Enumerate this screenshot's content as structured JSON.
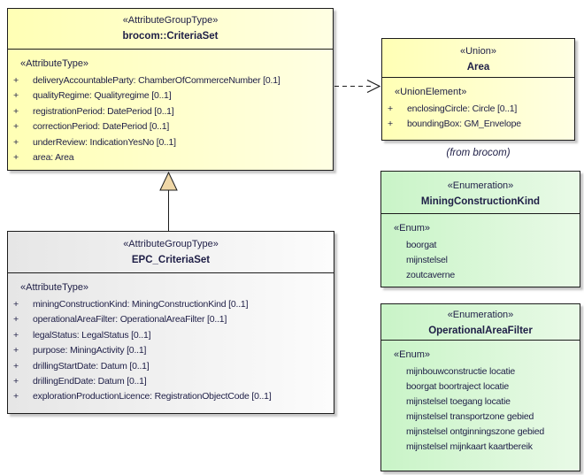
{
  "colors": {
    "yellow-start": "#ffffb5",
    "yellow-end": "#ffffe3",
    "green-start": "#c9f4c7",
    "green-end": "#e9fae7",
    "gray-start": "#e6e6e6",
    "gray-end": "#fcfcfc",
    "border": "#1c1c1c",
    "text": "#1e1e46",
    "triangle-fill": "#efd7a7"
  },
  "nodes": {
    "criteriaSet": {
      "stereotype": "«AttributeGroupType»",
      "name": "brocom::CriteriaSet",
      "section_stereotype": "«AttributeType»",
      "attributes": [
        {
          "vis": "+",
          "text": "deliveryAccountableParty: ChamberOfCommerceNumber [0.1]"
        },
        {
          "vis": "+",
          "text": "qualityRegime: Qualityregime [0..1]"
        },
        {
          "vis": "+",
          "text": "registrationPeriod: DatePeriod [0..1]"
        },
        {
          "vis": "+",
          "text": "correctionPeriod: DatePeriod [0..1]"
        },
        {
          "vis": "+",
          "text": "underReview: IndicationYesNo [0..1]"
        },
        {
          "vis": "+",
          "text": "area: Area"
        }
      ]
    },
    "area": {
      "stereotype": "«Union»",
      "name": "Area",
      "section_stereotype": "«UnionElement»",
      "attributes": [
        {
          "vis": "+",
          "text": "enclosingCircle: Circle [0..1]"
        },
        {
          "vis": "+",
          "text": "boundingBox: GM_Envelope"
        }
      ],
      "origin_note": "(from brocom)"
    },
    "miningConstructionKind": {
      "stereotype": "«Enumeration»",
      "name": "MiningConstructionKind",
      "section_stereotype": "«Enum»",
      "literals": [
        "boorgat",
        "mijnstelsel",
        "zoutcaverne"
      ]
    },
    "operationalAreaFilter": {
      "stereotype": "«Enumeration»",
      "name": "OperationalAreaFilter",
      "section_stereotype": "«Enum»",
      "literals": [
        "mijnbouwconstructie locatie",
        "boorgat boortraject locatie",
        "mijnstelsel toegang locatie",
        "mijnstelsel transportzone gebied",
        "mijnstelsel ontginningszone gebied",
        "mijnstelsel mijnkaart kaartbereik"
      ]
    },
    "epcCriteriaSet": {
      "stereotype": "«AttributeGroupType»",
      "name": "EPC_CriteriaSet",
      "section_stereotype": "«AttributeType»",
      "attributes": [
        {
          "vis": "+",
          "text": "miningConstructionKind: MiningConstructionKind [0..1]"
        },
        {
          "vis": "+",
          "text": "operationalAreaFilter: OperationalAreaFilter [0..1]"
        },
        {
          "vis": "+",
          "text": "legalStatus: LegalStatus [0..1]"
        },
        {
          "vis": "+",
          "text": "purpose: MiningActivity [0..1]"
        },
        {
          "vis": "+",
          "text": "drillingStartDate: Datum [0..1]"
        },
        {
          "vis": "+",
          "text": "drillingEndDate: Datum [0..1]"
        },
        {
          "vis": "+",
          "text": "explorationProductionLicence: RegistrationObjectCode [0..1]"
        }
      ]
    }
  },
  "connectors": {
    "generalization": {
      "type": "generalization",
      "from": "EPC_CriteriaSet",
      "to": "brocom::CriteriaSet"
    },
    "dependency": {
      "type": "dependency",
      "from": "brocom::CriteriaSet",
      "to": "Area"
    }
  }
}
